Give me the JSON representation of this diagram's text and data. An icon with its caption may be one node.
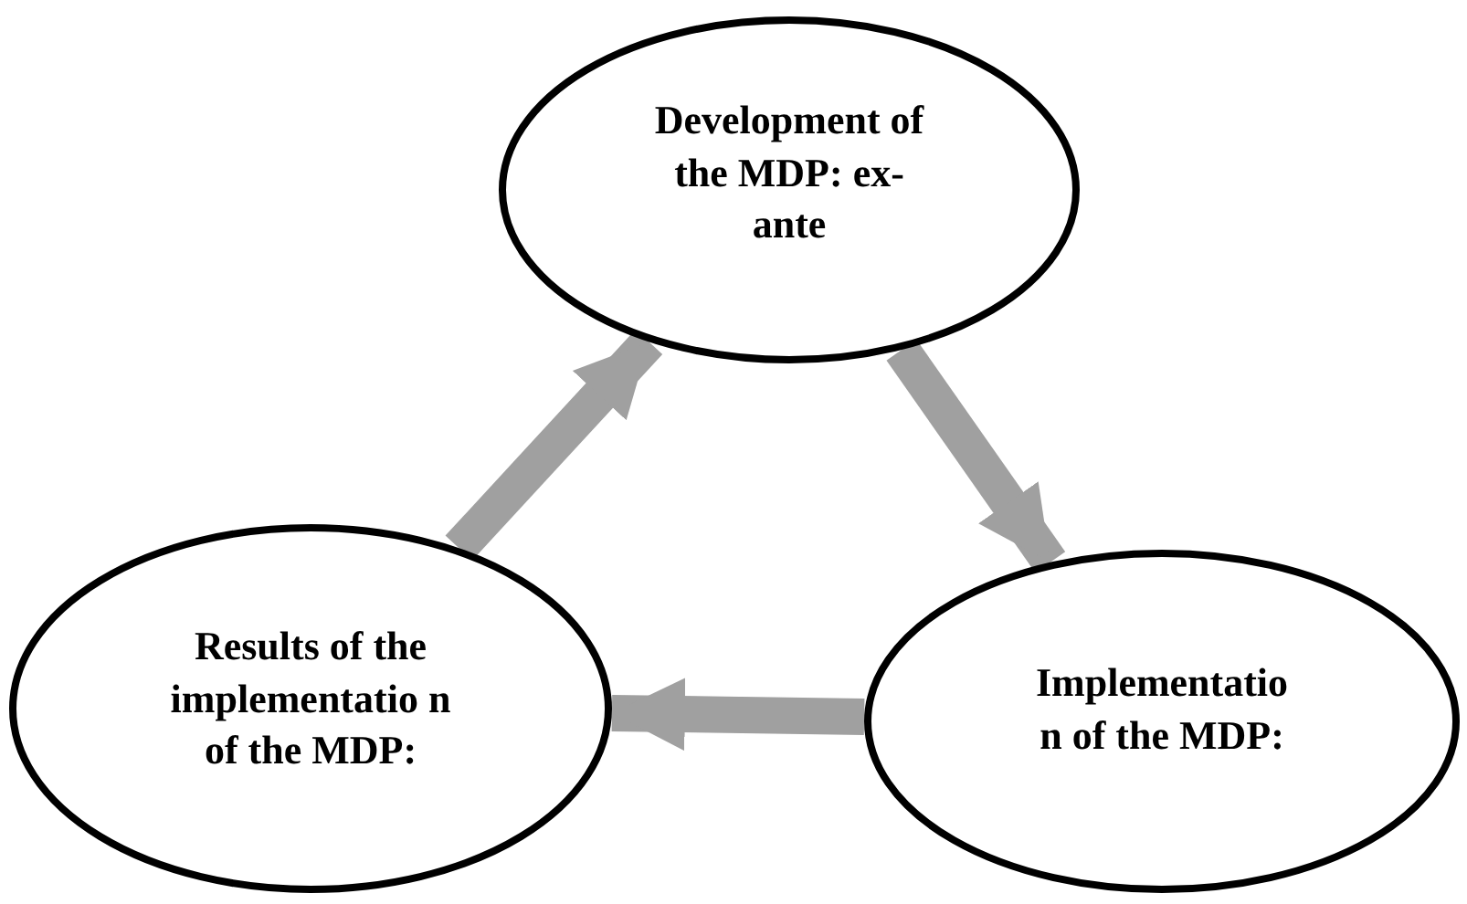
{
  "diagram": {
    "nodes": [
      {
        "text": [
          "Development of the MDP: ex-ante"
        ]
      },
      {
        "text": [
          "Implementatio n of the MDP:"
        ]
      },
      {
        "text": [
          "Results of the implementatio n of the MDP:"
        ]
      }
    ],
    "edges": [
      {
        "from": 0,
        "to": 1,
        "arrow": "to"
      },
      {
        "from": 1,
        "to": 2,
        "arrow": "to"
      },
      {
        "from": 2,
        "to": 0,
        "arrow": "to"
      }
    ]
  }
}
